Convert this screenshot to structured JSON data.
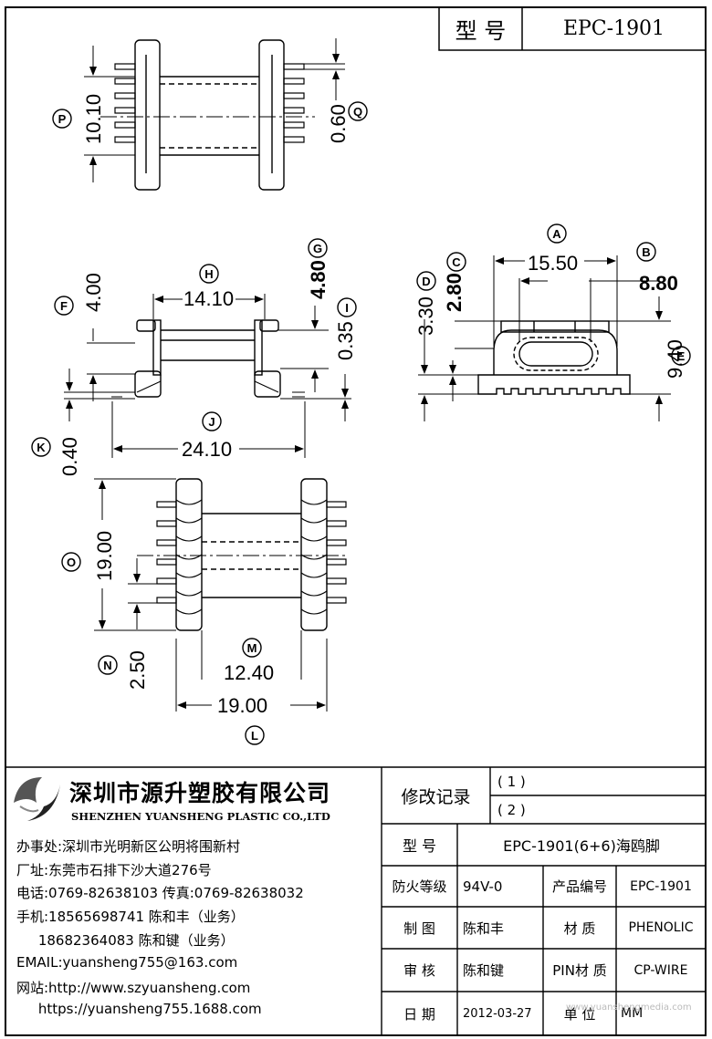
{
  "header": {
    "model_label": "型 号",
    "model_value": "EPC-1901"
  },
  "dimensions": {
    "P": "10.10",
    "Q": "0.60",
    "H": "14.10",
    "G": "4.80",
    "F": "4.00",
    "I": "0.35",
    "J": "24.10",
    "K": "0.40",
    "A": "15.50",
    "B": "8.80",
    "C": "2.80",
    "D": "3.30",
    "E": "9.40",
    "O": "19.00",
    "N": "2.50",
    "M": "12.40",
    "L": "19.00"
  },
  "letters": [
    "P",
    "Q",
    "H",
    "G",
    "F",
    "I",
    "J",
    "K",
    "A",
    "B",
    "C",
    "D",
    "E",
    "O",
    "N",
    "M",
    "L"
  ],
  "company": {
    "name_cn": "深圳市源升塑胶有限公司",
    "name_en": "SHENZHEN YUANSHENG PLASTIC CO.,LTD",
    "office": "办事处:深圳市光明新区公明将围新村",
    "factory": "厂址:东莞市石排下沙大道276号",
    "phone": "电话:0769-82638103 传真:0769-82638032",
    "mobile1": "手机:18565698741 陈和丰（业务）",
    "mobile2": "     18682364083 陈和键（业务）",
    "email": "EMAIL:yuansheng755@163.com",
    "web1": "网站:http://www.szyuansheng.com",
    "web2": "     https://yuansheng755.1688.com"
  },
  "titleblock": {
    "revision_label": "修改记录",
    "rev1": "( 1 )",
    "rev2": "( 2 )",
    "model_label": "型 号",
    "model_value": "EPC-1901(6+6)海鸥脚",
    "fire_label": "防火等级",
    "fire_value": "94V-0",
    "product_no_label": "产品编号",
    "product_no_value": "EPC-1901",
    "drawn_label": "制 图",
    "drawn_value": "陈和丰",
    "material_label": "材 质",
    "material_value": "PHENOLIC",
    "review_label": "审 核",
    "review_value": "陈和键",
    "pin_label": "PIN材 质",
    "pin_value": "CP-WIRE",
    "date_label": "日 期",
    "date_value": "2012-03-27",
    "unit_label": "单 位",
    "unit_value": "MM"
  },
  "watermark": "www.yuanshengmedia.com"
}
